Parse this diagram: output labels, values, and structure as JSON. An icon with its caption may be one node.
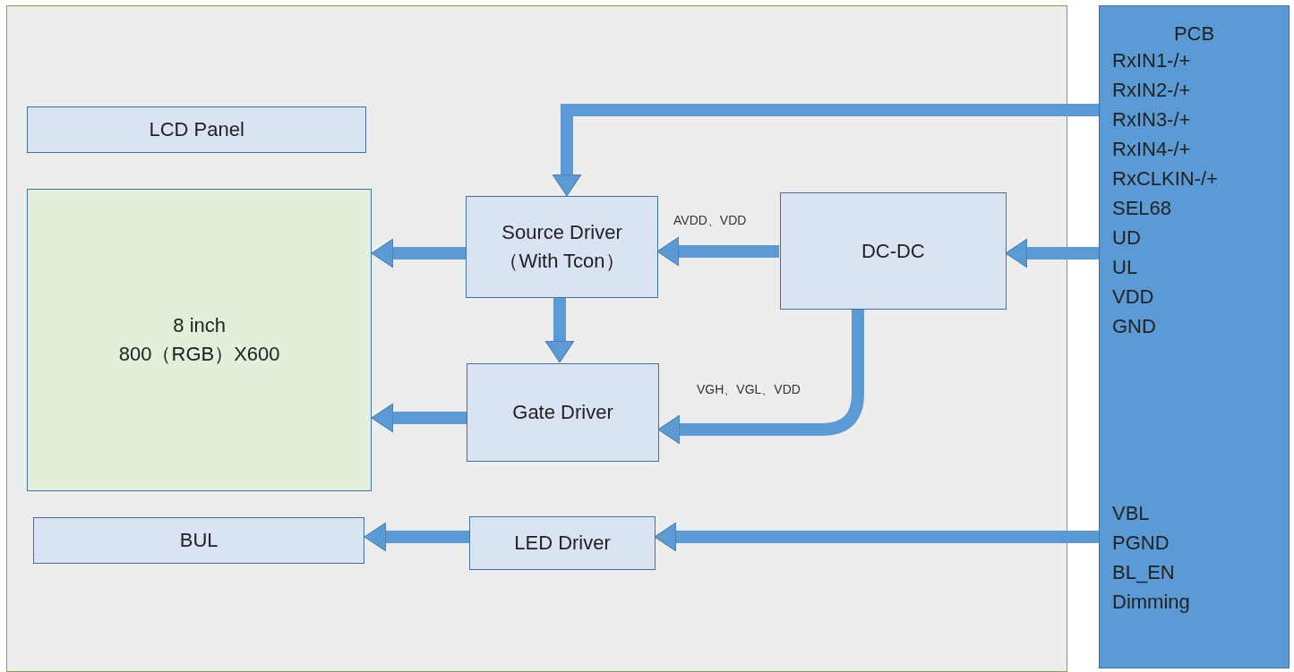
{
  "diagram": {
    "nodes": [
      {
        "text": [],
        "shape": "box"
      },
      {
        "text": [
          "LCD Panel"
        ],
        "in": 0
      },
      {
        "text": [
          "8 inch",
          "800（RGB）X600"
        ],
        "in": 0
      },
      {
        "text": [
          "Source Driver （With Tcon）"
        ],
        "in": 0
      },
      {
        "text": [
          "DC-DC"
        ],
        "in": 0
      },
      {
        "text": [
          "Gate Driver"
        ],
        "in": 0
      },
      {
        "text": [
          "BUL"
        ],
        "in": 0
      },
      {
        "text": [
          "LED Driver"
        ],
        "in": 0
      },
      {
        "text": [
          "PCB",
          "RxIN1-/+",
          "RxIN2-/+",
          "RxIN3-/+",
          "RxIN4-/+",
          "RxCLKIN-/+",
          "SEL68",
          "UD",
          "UL",
          "VDD",
          "GND",
          "VBL",
          "PGND",
          "BL_EN",
          "Dimming"
        ]
      }
    ],
    "edges": [
      {
        "from": 8,
        "to": 3,
        "arrow": "to"
      },
      {
        "from": 3,
        "to": 2,
        "arrow": "to"
      },
      {
        "from": 4,
        "to": 3,
        "arrow": "to",
        "label": "AVDD、VDD"
      },
      {
        "from": 8,
        "to": 4,
        "arrow": "to"
      },
      {
        "from": 3,
        "to": 5,
        "arrow": "to"
      },
      {
        "from": 4,
        "to": 5,
        "arrow": "to",
        "label": "VGH、VGL、VDD"
      },
      {
        "from": 5,
        "to": 2,
        "arrow": "to"
      },
      {
        "from": 7,
        "to": 6,
        "arrow": "to"
      },
      {
        "from": 8,
        "to": 7,
        "arrow": "to"
      }
    ]
  }
}
